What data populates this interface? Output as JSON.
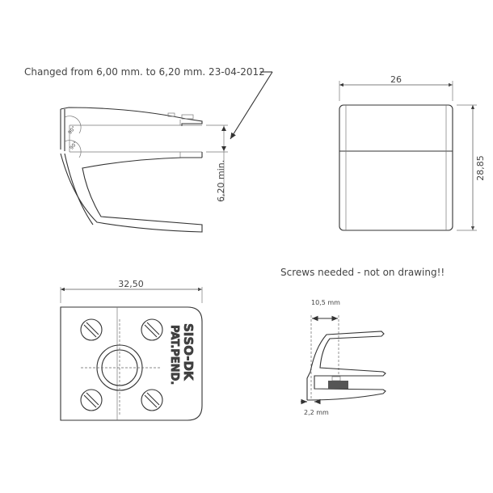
{
  "note_change": "Changed from 6,00 mm. to 6,20 mm. 23-04-2012",
  "side_view": {
    "dim_gap": "6,20 min.",
    "angle_1": "90°",
    "angle_2": "90°"
  },
  "front_view": {
    "dim_width": "26",
    "dim_height": "28,85"
  },
  "bottom_view": {
    "dim_width": "32,50",
    "engraving_line1": "SISO-DK",
    "engraving_line2": "PAT.PEND."
  },
  "screw_note": "Screws needed - not on drawing!!",
  "detail": {
    "dim_top": "10,5 mm",
    "dim_bottom": "2,2 mm"
  }
}
